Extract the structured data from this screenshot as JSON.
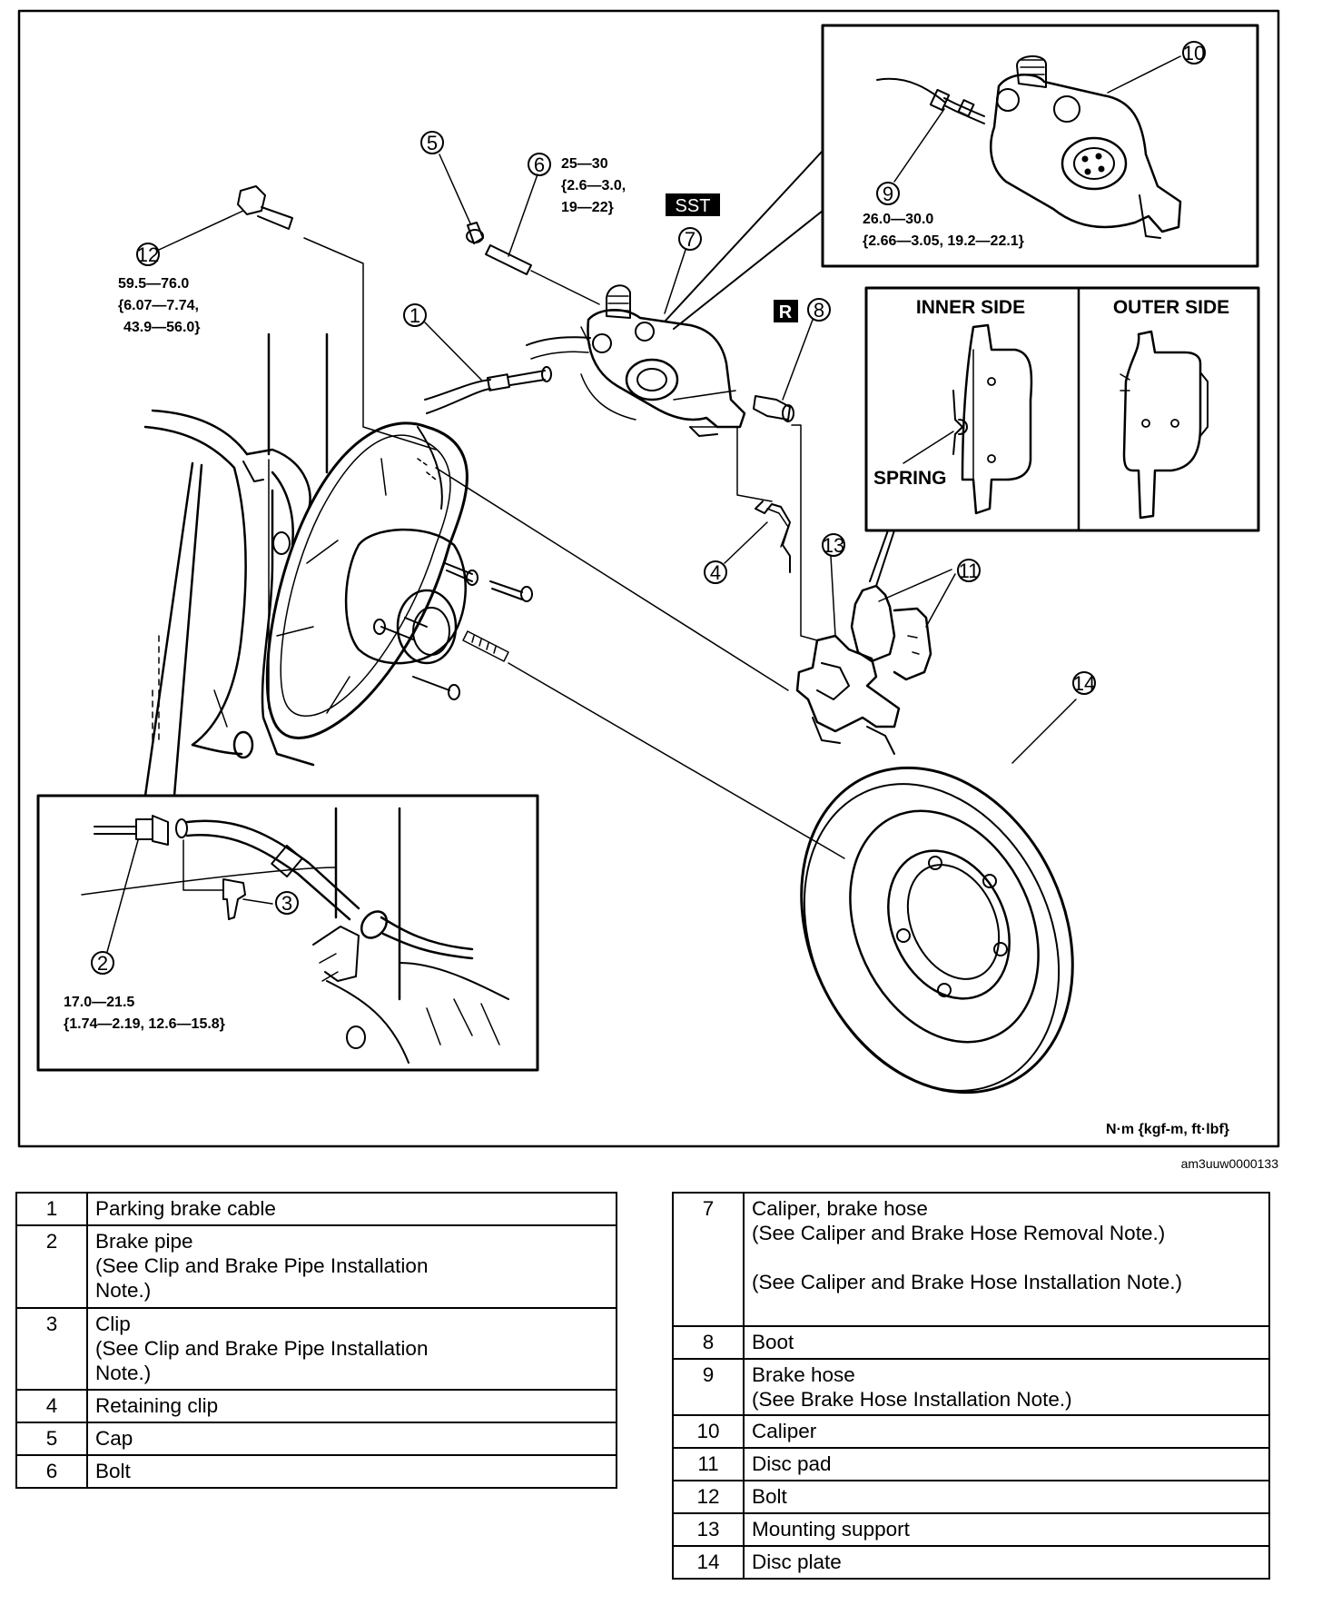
{
  "diagram": {
    "callouts": {
      "c1": "1",
      "c2": "2",
      "c3": "3",
      "c4": "4",
      "c5": "5",
      "c6": "6",
      "c7": "7",
      "c8": "8",
      "c9": "9",
      "c10": "10",
      "c11": "11",
      "c12": "12",
      "c13": "13",
      "c14": "14"
    },
    "torque": {
      "t6": [
        "25—30",
        "{2.6—3.0,",
        "19—22}"
      ],
      "t12": [
        "59.5—76.0",
        "{6.07—7.74,",
        "43.9—56.0}"
      ],
      "t9": [
        "26.0—30.0",
        "{2.66—3.05, 19.2—22.1}"
      ],
      "t2": [
        "17.0—21.5",
        "{1.74—2.19, 12.6—15.8}"
      ]
    },
    "badges": {
      "sst": "SST",
      "replace": "R"
    },
    "pad_inset": {
      "inner": "INNER SIDE",
      "outer": "OUTER SIDE",
      "spring": "SPRING"
    },
    "units": "N·m {kgf-m, ft·lbf}",
    "figure_id": "am3uuw0000133"
  },
  "parts_left": [
    {
      "num": "1",
      "lines": [
        "Parking brake cable"
      ]
    },
    {
      "num": "2",
      "lines": [
        "Brake pipe",
        "(See Clip and Brake Pipe Installation",
        "Note.)"
      ]
    },
    {
      "num": "3",
      "lines": [
        "Clip",
        "(See Clip and Brake Pipe Installation",
        "Note.)"
      ]
    },
    {
      "num": "4",
      "lines": [
        "Retaining clip"
      ]
    },
    {
      "num": "5",
      "lines": [
        "Cap"
      ]
    },
    {
      "num": "6",
      "lines": [
        "Bolt"
      ]
    }
  ],
  "parts_right": [
    {
      "num": "7",
      "lines": [
        "Caliper, brake hose",
        "(See Caliper and Brake Hose Removal Note.)",
        "",
        "(See Caliper and Brake Hose Installation Note.)"
      ]
    },
    {
      "num": "8",
      "lines": [
        "Boot"
      ]
    },
    {
      "num": "9",
      "lines": [
        "Brake hose",
        "(See Brake Hose Installation Note.)"
      ]
    },
    {
      "num": "10",
      "lines": [
        "Caliper"
      ]
    },
    {
      "num": "11",
      "lines": [
        "Disc pad"
      ]
    },
    {
      "num": "12",
      "lines": [
        "Bolt"
      ]
    },
    {
      "num": "13",
      "lines": [
        "Mounting support"
      ]
    },
    {
      "num": "14",
      "lines": [
        "Disc plate"
      ]
    }
  ]
}
